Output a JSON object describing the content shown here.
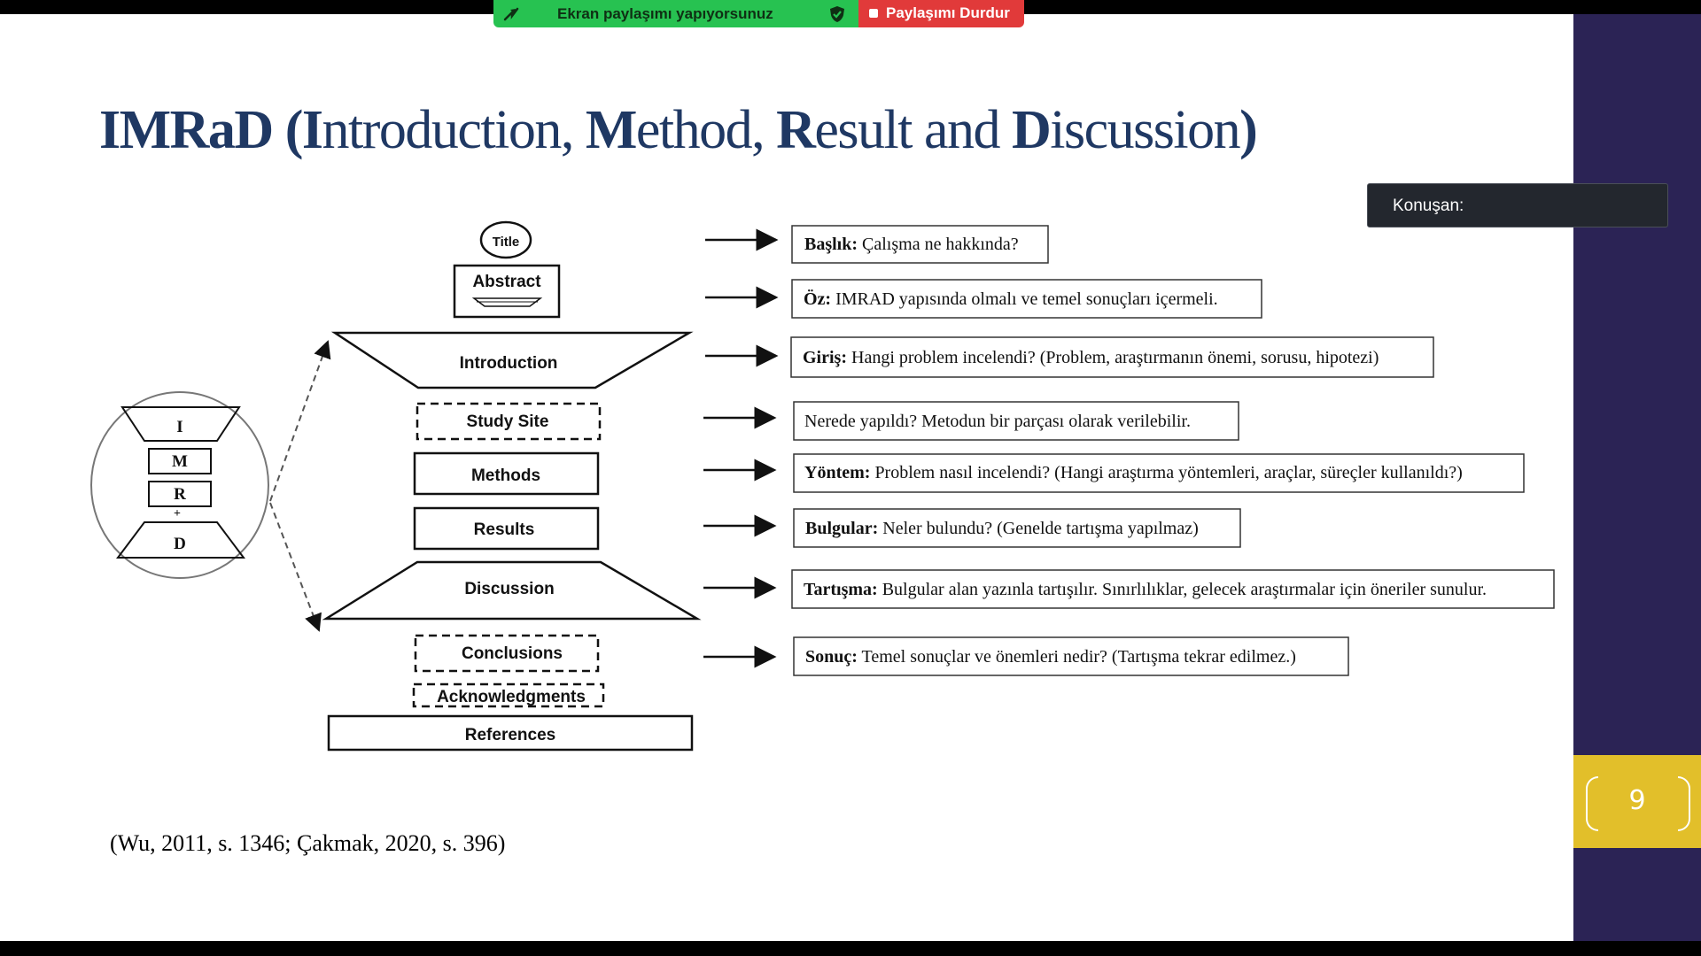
{
  "share_bar": {
    "status_label": "Ekran paylaşımı yapıyorsunuz",
    "stop_label": "Paylaşımı Durdur",
    "status_color": "#27c251",
    "stop_color": "#e13a3a"
  },
  "speaker_panel": {
    "label": "Konuşan:"
  },
  "slide": {
    "title_parts": [
      "IMRaD (",
      "I",
      "ntroduction, ",
      "M",
      "ethod, ",
      "R",
      "esult and ",
      "D",
      "iscussion",
      ")"
    ],
    "citation": "(Wu, 2011, s. 1346; Çakmak, 2020, s. 396)",
    "page_number": "9",
    "title_color": "#1f3863",
    "sidebar_color": "#2b2355",
    "page_box_color": "#e2bf2a"
  },
  "diagram": {
    "hourglass_letters": [
      "I",
      "M",
      "R",
      "+",
      "D"
    ],
    "sections": {
      "title": "Title",
      "abstract": "Abstract",
      "introduction": "Introduction",
      "study_site": "Study Site",
      "methods": "Methods",
      "results": "Results",
      "discussion": "Discussion",
      "conclusions": "Conclusions",
      "acknowledgments": "Acknowledgments",
      "references": "References"
    },
    "explanations": [
      {
        "bold": "Başlık:",
        "text": " Çalışma ne hakkında?"
      },
      {
        "bold": "Öz:",
        "text": " IMRAD yapısında olmalı ve temel sonuçları içermeli."
      },
      {
        "bold": "Giriş:",
        "text": " Hangi problem incelendi? (Problem, araştırmanın önemi, sorusu, hipotezi)"
      },
      {
        "bold": "",
        "text": "Nerede yapıldı?  Metodun bir parçası olarak verilebilir."
      },
      {
        "bold": "Yöntem:",
        "text": " Problem nasıl incelendi? (Hangi araştırma yöntemleri, araçlar, süreçler kullanıldı?)"
      },
      {
        "bold": "Bulgular:",
        "text": " Neler bulundu? (Genelde tartışma yapılmaz)"
      },
      {
        "bold": "Tartışma:",
        "text": " Bulgular alan yazınla tartışılır. Sınırlılıklar, gelecek araştırmalar için öneriler sunulur."
      },
      {
        "bold": "Sonuç:",
        "text": " Temel sonuçlar ve önemleri nedir? (Tartışma tekrar edilmez.)"
      }
    ]
  }
}
